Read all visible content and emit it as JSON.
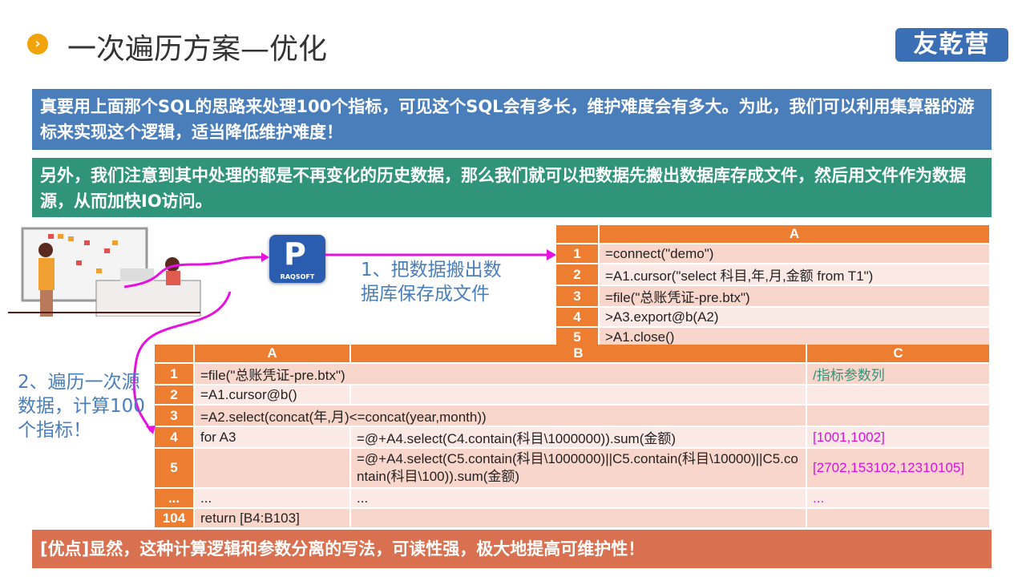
{
  "header": {
    "title": "一次遍历方案—优化",
    "logo": "友乾营"
  },
  "notes": {
    "blue": "真要用上面那个SQL的思路来处理100个指标，可见这个SQL会有多长，维护难度会有多大。为此，我们可以利用集算器的游标来实现这个逻辑，适当降低维护难度！",
    "green": "另外，我们注意到其中处理的都是不再变化的历史数据，那么我们就可以把数据先搬出数据库存成文件，然后用文件作为数据源，从而加快IO访问。",
    "bottom": "[优点]显然，这种计算逻辑和参数分离的写法，可读性强，极大地提高可维护性！"
  },
  "steps": {
    "step1": "1、把数据搬出数据库保存成文件",
    "step2": "2、遍历一次源数据，计算100个指标！",
    "logo_text": "RAQSOFT",
    "logo_letter": "P"
  },
  "table1": {
    "header": "A",
    "rows": [
      {
        "n": "1",
        "a": "=connect(\"demo\")"
      },
      {
        "n": "2",
        "a": "=A1.cursor(\"select 科目,年,月,金额 from T1\")"
      },
      {
        "n": "3",
        "a": "=file(\"总账凭证-pre.btx\")"
      },
      {
        "n": "4",
        "a": ">A3.export@b(A2)"
      },
      {
        "n": "5",
        "a": ">A1.close()"
      }
    ]
  },
  "table2": {
    "headers": [
      "A",
      "B",
      "C"
    ],
    "rows": [
      {
        "n": "1",
        "a": "=file(\"总账凭证-pre.btx\")",
        "b": "",
        "c": "/指标参数列"
      },
      {
        "n": "2",
        "a": "=A1.cursor@b()",
        "b": "",
        "c": ""
      },
      {
        "n": "3",
        "a": "=A2.select(concat(年,月)<=concat(year,month))",
        "b": "",
        "c": ""
      },
      {
        "n": "4",
        "a": "for A3",
        "b": "=@+A4.select(C4.contain(科目\\1000000)).sum(金额)",
        "c": "[1001,1002]"
      },
      {
        "n": "5",
        "a": "",
        "b": "=@+A4.select(C5.contain(科目\\1000000)||C5.contain(科目\\10000)||C5.contain(科目\\100)).sum(金额)",
        "c": "[2702,153102,12310105]"
      },
      {
        "n": "...",
        "a": "...",
        "b": "...",
        "c": "..."
      },
      {
        "n": "104",
        "a": "return [B4:B103]",
        "b": "",
        "c": ""
      }
    ]
  }
}
